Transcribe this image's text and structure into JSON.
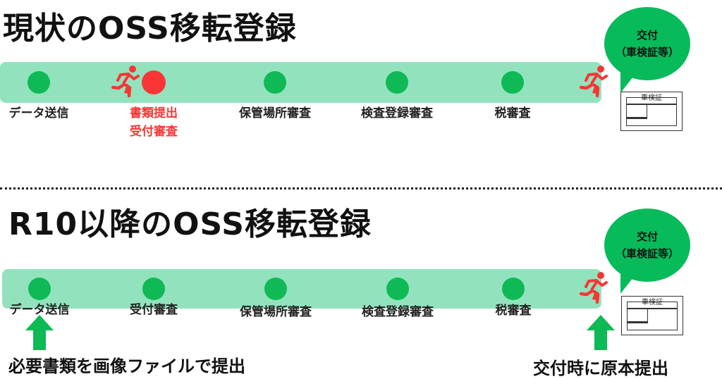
{
  "current": {
    "title": "現状のOSS移転登録",
    "steps": [
      {
        "label": "データ送信"
      },
      {
        "label1": "書類提出",
        "label2": "受付審査"
      },
      {
        "label": "保管場所審査"
      },
      {
        "label": "検査登録審査"
      },
      {
        "label": "税審査"
      }
    ],
    "bubble": {
      "line1": "交付",
      "line2": "（車検証等）"
    },
    "card_label": "車検証"
  },
  "future": {
    "title": "R10以降のOSS移転登録",
    "steps": [
      {
        "label": "データ送信"
      },
      {
        "label": "受付審査"
      },
      {
        "label": "保管場所審査"
      },
      {
        "label": "検査登録審査"
      },
      {
        "label": "税審査"
      }
    ],
    "bubble": {
      "line1": "交付",
      "line2": "（車検証等）"
    },
    "card_label": "車検証",
    "note_left": "必要書類を画像ファイルで提出",
    "note_right": "交付時に原本提出"
  },
  "colors": {
    "bar": "#92e3bd",
    "dot": "#0fb956",
    "red": "#f93535",
    "bubble": "#07bb5b",
    "arrow": "#0fb956"
  }
}
